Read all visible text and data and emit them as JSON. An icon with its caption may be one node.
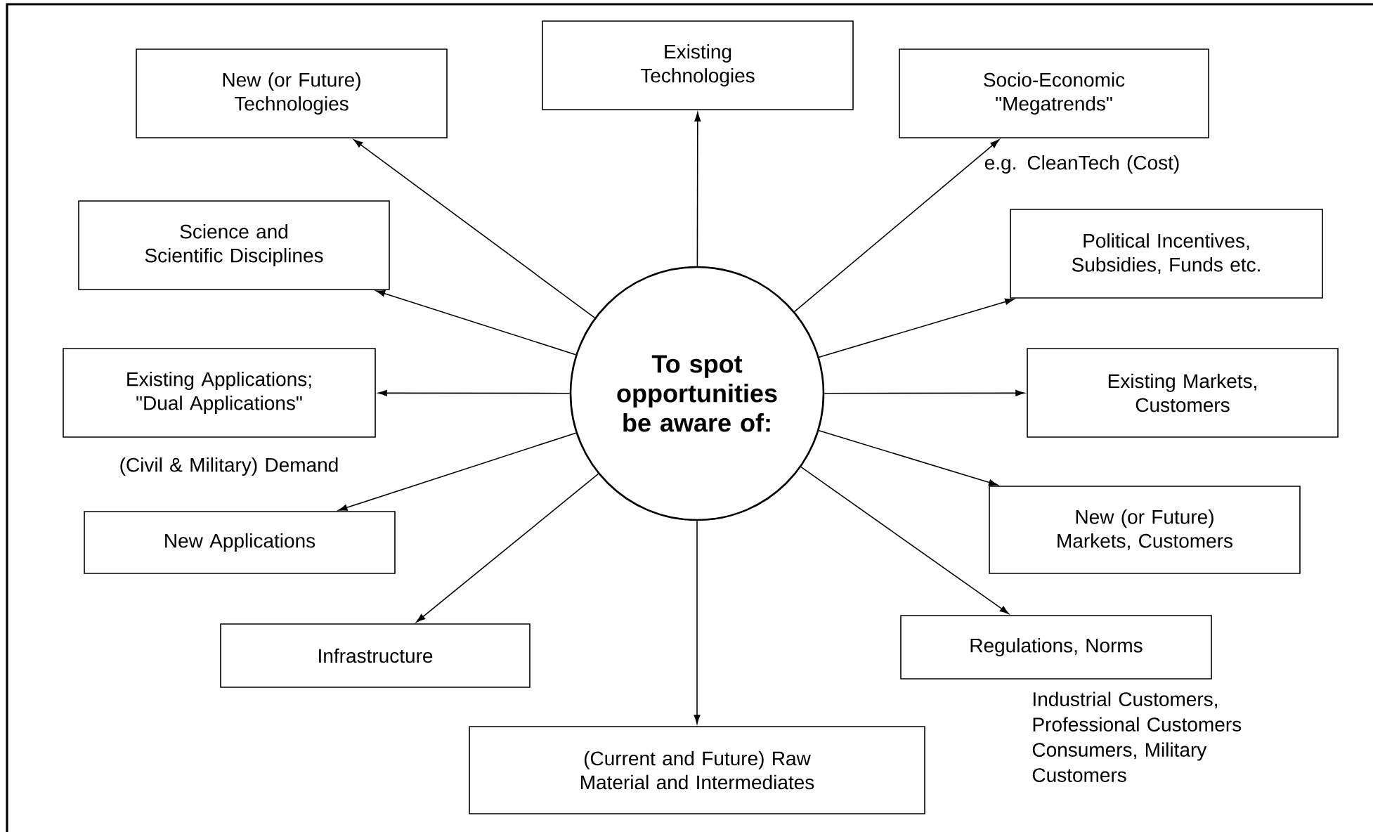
{
  "diagram": {
    "nodes": [
      {
        "text": [
          "To spot opportunities be aware of:"
        ]
      },
      {
        "text": [
          "Existing Technologies"
        ]
      },
      {
        "text": [
          "Socio-Economic \"Megatrends\""
        ],
        "beside": [
          "e.g. CleanTech (Cost)"
        ]
      },
      {
        "text": [
          "Political Incentives, Subsidies, Funds etc."
        ]
      },
      {
        "text": [
          "Existing Markets, Customers"
        ]
      },
      {
        "text": [
          "New (or Future) Markets, Customers"
        ]
      },
      {
        "text": [
          "Regulations, Norms"
        ],
        "beside": [
          "Industrial Customers, Professional Customers Consumers, Military Customers"
        ]
      },
      {
        "text": [
          "(Current and Future) Raw Material and Intermediates"
        ]
      },
      {
        "text": [
          "Infrastructure"
        ]
      },
      {
        "text": [
          "New Applications"
        ]
      },
      {
        "text": [
          "Existing Applications; \"Dual Applications\""
        ],
        "beside": [
          "(Civil & Military) Demand"
        ]
      },
      {
        "text": [
          "Science and Scientific Disciplines"
        ]
      },
      {
        "text": [
          "New (or Future) Technologies"
        ]
      }
    ],
    "edges": [
      {
        "from": 0,
        "to": 1,
        "arrow": "to"
      },
      {
        "from": 0,
        "to": 2,
        "arrow": "to"
      },
      {
        "from": 0,
        "to": 3,
        "arrow": "to"
      },
      {
        "from": 0,
        "to": 4,
        "arrow": "to"
      },
      {
        "from": 0,
        "to": 5,
        "arrow": "to"
      },
      {
        "from": 0,
        "to": 6,
        "arrow": "to"
      },
      {
        "from": 0,
        "to": 7,
        "arrow": "to"
      },
      {
        "from": 0,
        "to": 8,
        "arrow": "to"
      },
      {
        "from": 0,
        "to": 9,
        "arrow": "to"
      },
      {
        "from": 0,
        "to": 10,
        "arrow": "to"
      },
      {
        "from": 0,
        "to": 11,
        "arrow": "to"
      },
      {
        "from": 0,
        "to": 12,
        "arrow": "to"
      }
    ]
  }
}
